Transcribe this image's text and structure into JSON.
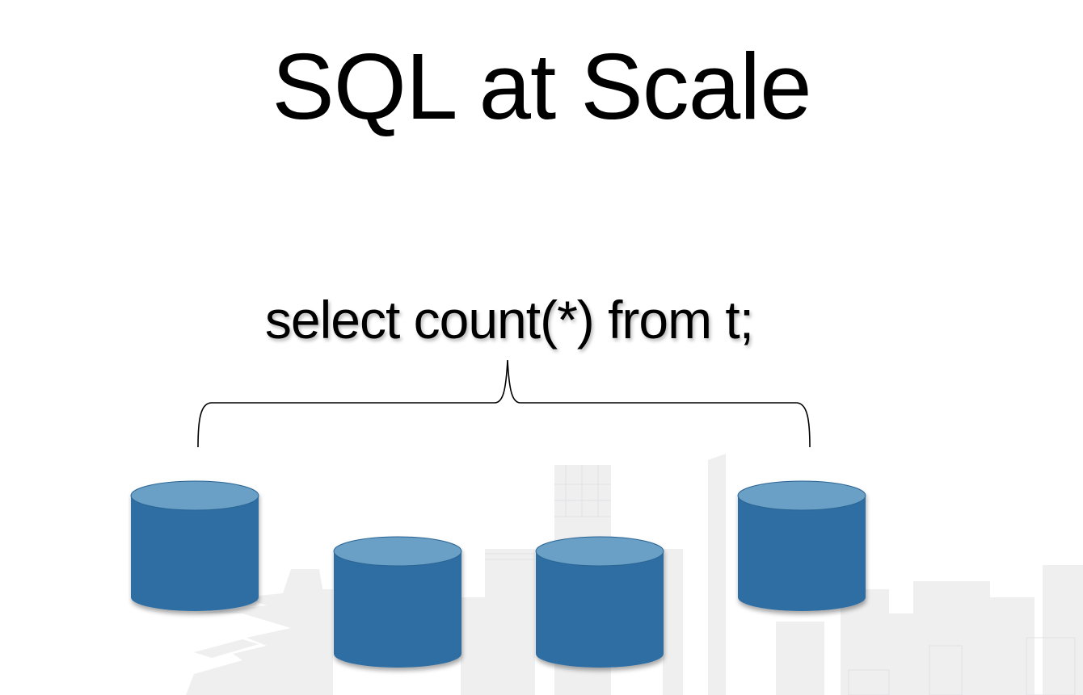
{
  "slide": {
    "title": "SQL at Scale",
    "query": "select count(*) from t;"
  },
  "diagram": {
    "brace": "curly-brace",
    "database_count": 4,
    "colors": {
      "cylinder_body": "#2f6ea3",
      "cylinder_top": "#6a9fc6",
      "cylinder_edge": "#25587f",
      "skyline": "#eeeeef"
    }
  }
}
